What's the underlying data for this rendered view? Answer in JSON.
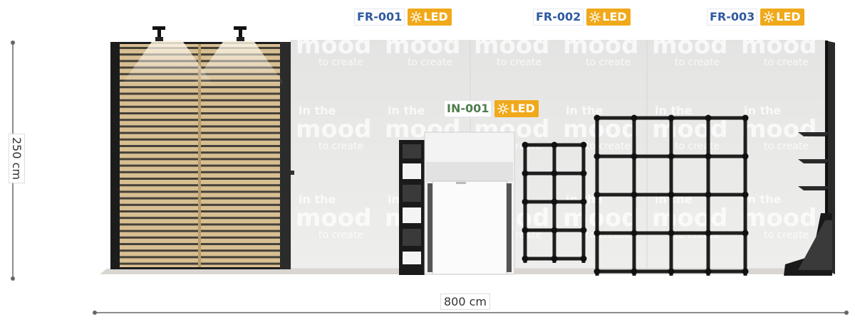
{
  "labels": {
    "fr001": {
      "code": "FR-001",
      "tag": "LED"
    },
    "fr002": {
      "code": "FR-002",
      "tag": "LED"
    },
    "fr003": {
      "code": "FR-003",
      "tag": "LED"
    },
    "in001": {
      "code": "IN-001",
      "tag": "LED"
    }
  },
  "dimensions": {
    "width": "800 cm",
    "height": "250 cm"
  },
  "watermark": {
    "line1": "in the",
    "line2": "mood",
    "line3": "to create"
  },
  "colors": {
    "label_blue": "#2f5aa0",
    "label_green": "#4f7d4f",
    "led_badge": "#f0a91a",
    "wall": "#ebebea",
    "frame": "#1c1c1c",
    "slats": "#d8bf92"
  },
  "icons": {
    "led": "sun-icon"
  }
}
